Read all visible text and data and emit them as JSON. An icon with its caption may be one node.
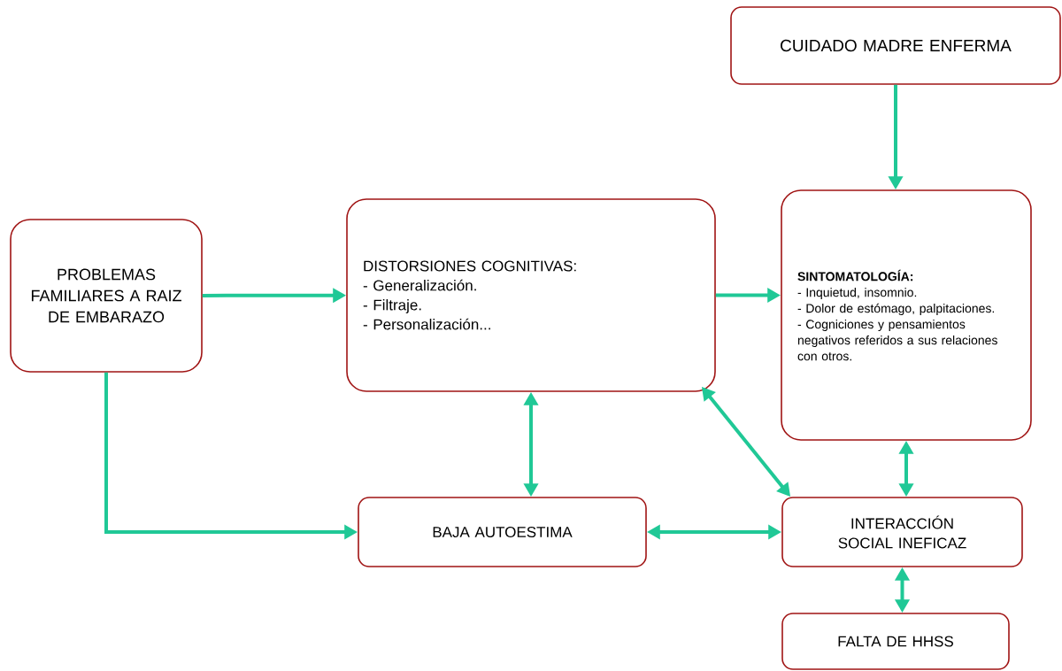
{
  "diagram": {
    "nodes": [
      {
        "text": [
          "CUIDADO MADRE ENFERMA"
        ]
      },
      {
        "text": [
          "PROBLEMAS FAMILIARES A RAIZ DE EMBARAZO"
        ]
      },
      {
        "text": [
          "DISTORSIONES COGNITIVAS:",
          "- Generalización.",
          "- Filtraje.",
          "- Personalización..."
        ]
      },
      {
        "text": [
          "SINTOMATOLOGÍA:",
          "- Inquietud, insomnio.",
          "- Dolor de estómago, palpitaciones.",
          "- Cogniciones y pensamientos negativos referidos a sus relaciones con otros."
        ]
      },
      {
        "text": [
          "BAJA AUTOESTIMA"
        ]
      },
      {
        "text": [
          "INTERACCIÓN SOCIAL INEFICAZ"
        ]
      },
      {
        "text": [
          "FALTA DE HHSS"
        ]
      }
    ],
    "edges": [
      {
        "from": 0,
        "to": 3,
        "arrow": "to"
      },
      {
        "from": 1,
        "to": 2,
        "arrow": "to"
      },
      {
        "from": 2,
        "to": 3,
        "arrow": "to"
      },
      {
        "from": 1,
        "to": 4,
        "arrow": "to"
      },
      {
        "from": 2,
        "to": 4,
        "arrow": "both"
      },
      {
        "from": 2,
        "to": 5,
        "arrow": "both"
      },
      {
        "from": 3,
        "to": 5,
        "arrow": "both"
      },
      {
        "from": 4,
        "to": 5,
        "arrow": "both"
      },
      {
        "from": 5,
        "to": 6,
        "arrow": "both"
      }
    ]
  }
}
